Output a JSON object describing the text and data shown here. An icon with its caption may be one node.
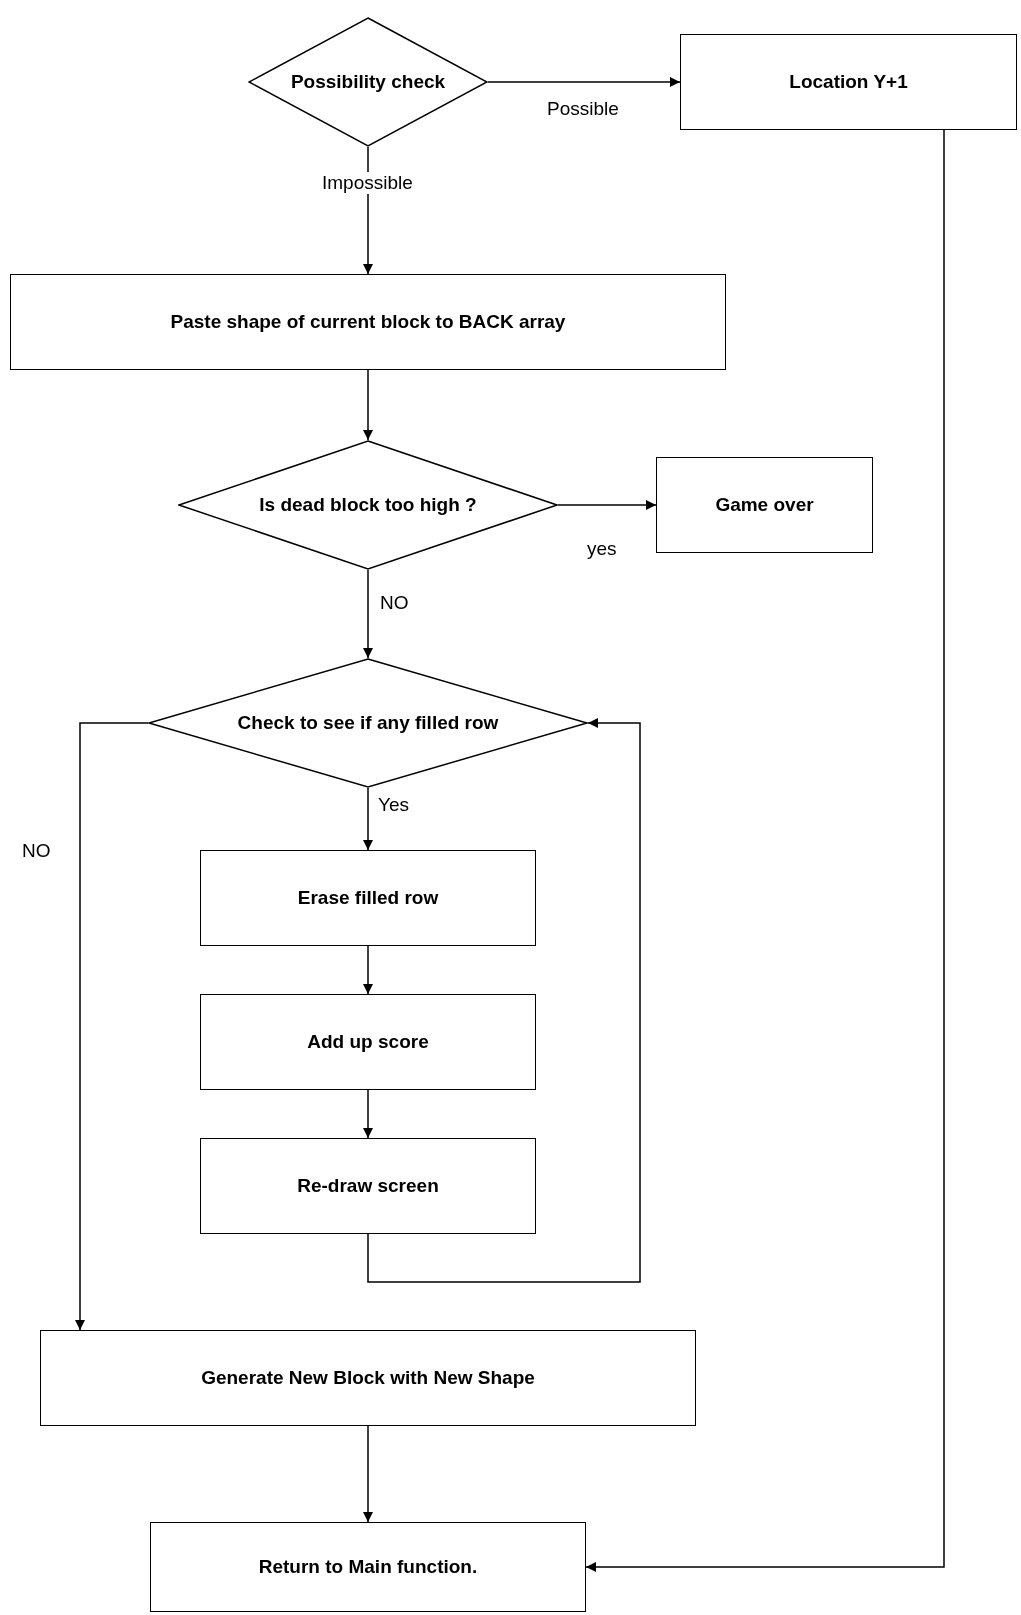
{
  "diagram": {
    "nodes": [
      {
        "text": [
          "Possibility check"
        ]
      },
      {
        "text": [
          "Location Y+1"
        ]
      },
      {
        "text": [
          "Paste shape of current block to BACK array"
        ]
      },
      {
        "text": [
          "Is dead block too high ?"
        ]
      },
      {
        "text": [
          "Game over"
        ]
      },
      {
        "text": [
          "Check to see if any filled row"
        ]
      },
      {
        "text": [
          "Erase filled row"
        ]
      },
      {
        "text": [
          "Add up score"
        ]
      },
      {
        "text": [
          "Re-draw screen"
        ]
      },
      {
        "text": [
          "Generate New Block with New Shape"
        ]
      },
      {
        "text": [
          "Return to Main function."
        ]
      }
    ],
    "edges": [
      {
        "from": 0,
        "to": 1,
        "arrow": "to",
        "label": "Possible"
      },
      {
        "from": 0,
        "to": 2,
        "arrow": "to",
        "label": "Impossible"
      },
      {
        "from": 2,
        "to": 3,
        "arrow": "to"
      },
      {
        "from": 3,
        "to": 4,
        "arrow": "to",
        "label": "yes"
      },
      {
        "from": 3,
        "to": 5,
        "arrow": "to",
        "label": "NO"
      },
      {
        "from": 5,
        "to": 6,
        "arrow": "to",
        "label": "Yes"
      },
      {
        "from": 6,
        "to": 7,
        "arrow": "to"
      },
      {
        "from": 7,
        "to": 8,
        "arrow": "to"
      },
      {
        "from": 8,
        "to": 5,
        "arrow": "to"
      },
      {
        "from": 5,
        "to": 9,
        "arrow": "to",
        "label": "NO"
      },
      {
        "from": 9,
        "to": 10,
        "arrow": "to"
      },
      {
        "from": 1,
        "to": 10,
        "arrow": "to"
      }
    ]
  }
}
